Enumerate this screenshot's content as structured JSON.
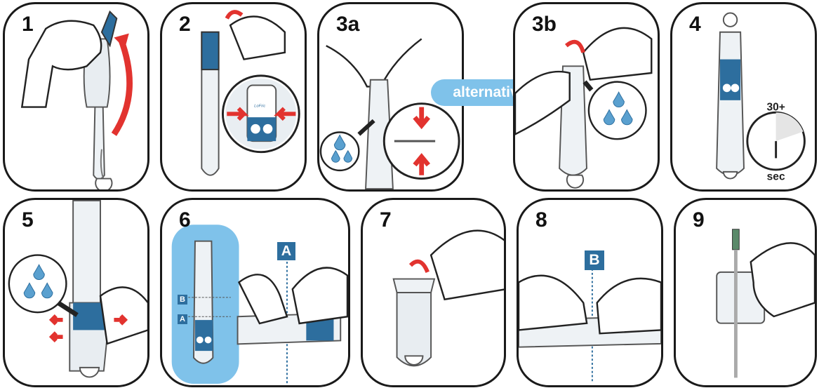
{
  "steps": [
    {
      "id": "1",
      "label": "1"
    },
    {
      "id": "2",
      "label": "2"
    },
    {
      "id": "3a",
      "label": "3a"
    },
    {
      "id": "3b",
      "label": "3b"
    },
    {
      "id": "4",
      "label": "4"
    },
    {
      "id": "5",
      "label": "5"
    },
    {
      "id": "6",
      "label": "6"
    },
    {
      "id": "7",
      "label": "7"
    },
    {
      "id": "8",
      "label": "8"
    },
    {
      "id": "9",
      "label": "9"
    }
  ],
  "alternative_label": "alternativ",
  "timer": {
    "top_text": "30+",
    "bottom_text": "sec"
  },
  "markers": {
    "a": "A",
    "b": "B"
  },
  "brand_text": "LoFric",
  "colors": {
    "accent_blue": "#2d6e9e",
    "light_blue": "#7fc2ea",
    "arrow_red": "#e2332f",
    "outline": "#1a1a1a"
  }
}
